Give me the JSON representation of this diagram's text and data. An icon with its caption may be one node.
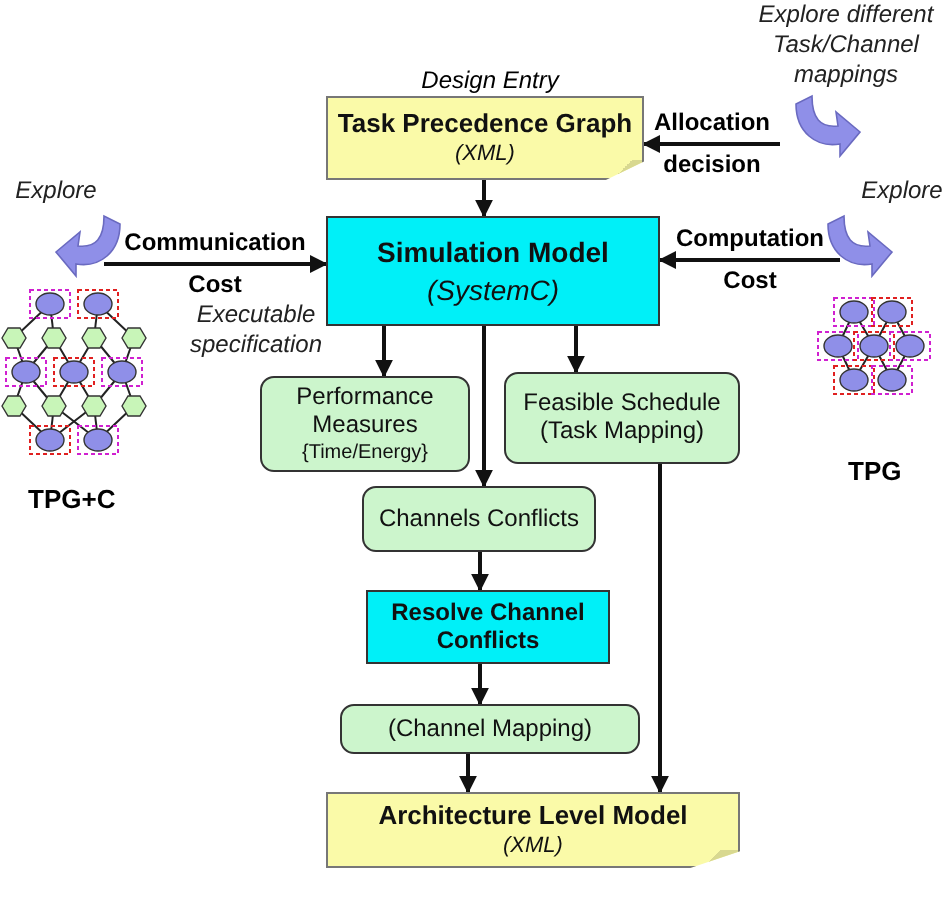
{
  "diagram": {
    "nodes": [
      {
        "text": [
          "Task Precedence Graph",
          "(XML)"
        ],
        "beside": [
          "Design Entry"
        ]
      },
      {
        "text": [
          "Simulation Model",
          "(SystemC)"
        ]
      },
      {
        "text": [
          "Performance Measures",
          "{Time/Energy}"
        ]
      },
      {
        "text": [
          "Feasible Schedule (Task Mapping)"
        ]
      },
      {
        "text": [
          "Channels Conflicts"
        ]
      },
      {
        "text": [
          "Resolve Channel Conflicts"
        ]
      },
      {
        "text": [
          "(Channel Mapping)"
        ]
      },
      {
        "text": [
          "Architecture Level Model",
          "(XML)"
        ]
      }
    ],
    "edges": [
      {
        "from": null,
        "to": 0,
        "arrow": "to",
        "label": "Allocation decision"
      },
      {
        "from": 0,
        "to": 1,
        "arrow": "to"
      },
      {
        "from": null,
        "to": 1,
        "arrow": "to",
        "label": "Communication Cost"
      },
      {
        "from": null,
        "to": 1,
        "arrow": "to",
        "label": "Computation Cost"
      },
      {
        "from": 1,
        "to": 2,
        "arrow": "to"
      },
      {
        "from": 1,
        "to": 4,
        "arrow": "to"
      },
      {
        "from": 1,
        "to": 3,
        "arrow": "to"
      },
      {
        "from": 4,
        "to": 5,
        "arrow": "to"
      },
      {
        "from": 5,
        "to": 6,
        "arrow": "to"
      },
      {
        "from": 6,
        "to": 7,
        "arrow": "to"
      },
      {
        "from": 3,
        "to": 7,
        "arrow": "to"
      }
    ],
    "labels": [
      "Explore different Task/Channel mappings",
      "Explore",
      "Explore",
      "Executable specification",
      "TPG+C",
      "TPG"
    ]
  }
}
